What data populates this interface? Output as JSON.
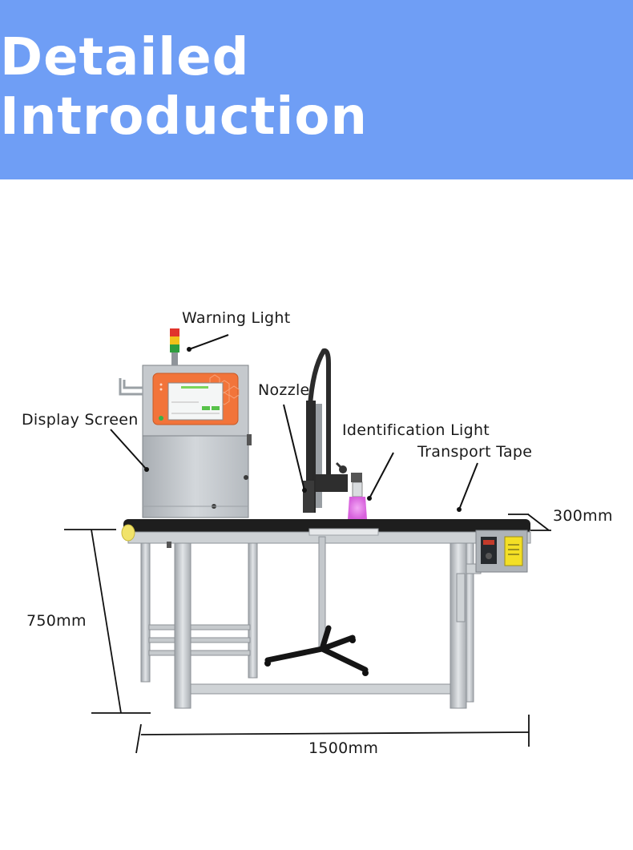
{
  "header": {
    "title": "Detailed Introduction"
  },
  "callouts": {
    "warning_light": "Warning Light",
    "display_screen": "Display Screen",
    "nozzle": "Nozzle",
    "identification_light": "Identification Light",
    "transport_tape": "Transport Tape"
  },
  "dimensions": {
    "depth": "300mm",
    "height": "750mm",
    "length": "1500mm"
  },
  "colors": {
    "banner": "#6f9ef5",
    "control_panel": "#f2743a",
    "cabinet": "#bfc4c9",
    "frame": "#c9cdd1",
    "belt": "#1e1e1e",
    "id_light": "#e47be6"
  }
}
